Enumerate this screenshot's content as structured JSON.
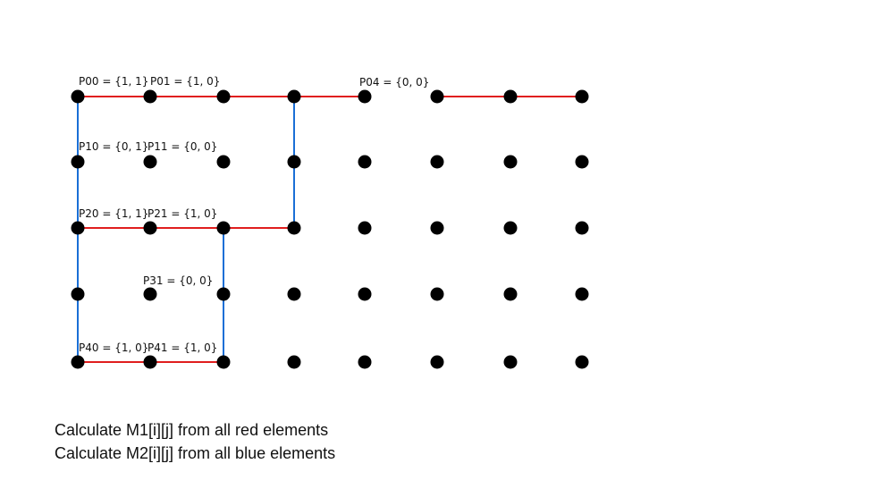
{
  "colors": {
    "red": "#e01e1e",
    "blue": "#1a6fd6",
    "dot": "#000000"
  },
  "grid": {
    "rows": 5,
    "cols": 8
  },
  "point_labels": [
    {
      "id": "P00",
      "text": "P00 = {1, 1}"
    },
    {
      "id": "P01",
      "text": "P01 = {1, 0}"
    },
    {
      "id": "P04",
      "text": "P04 = {0, 0}"
    },
    {
      "id": "P10",
      "text": "P10 = {0, 1}"
    },
    {
      "id": "P11",
      "text": "P11 = {0, 0}"
    },
    {
      "id": "P20",
      "text": "P20 = {1, 1}"
    },
    {
      "id": "P21",
      "text": "P21 = {1, 0}"
    },
    {
      "id": "P31",
      "text": "P31 = {0, 0}"
    },
    {
      "id": "P40",
      "text": "P40 = {1, 0}"
    },
    {
      "id": "P41",
      "text": "P41 = {1, 0}"
    }
  ],
  "red_segments": [
    [
      [
        0,
        0
      ],
      [
        0,
        1
      ]
    ],
    [
      [
        0,
        1
      ],
      [
        0,
        2
      ]
    ],
    [
      [
        0,
        2
      ],
      [
        0,
        3
      ]
    ],
    [
      [
        0,
        3
      ],
      [
        0,
        4
      ]
    ],
    [
      [
        0,
        5
      ],
      [
        0,
        6
      ]
    ],
    [
      [
        0,
        6
      ],
      [
        0,
        7
      ]
    ],
    [
      [
        2,
        0
      ],
      [
        2,
        1
      ]
    ],
    [
      [
        2,
        1
      ],
      [
        2,
        2
      ]
    ],
    [
      [
        2,
        2
      ],
      [
        2,
        3
      ]
    ],
    [
      [
        4,
        0
      ],
      [
        4,
        1
      ]
    ],
    [
      [
        4,
        1
      ],
      [
        4,
        2
      ]
    ]
  ],
  "blue_segments": [
    [
      [
        0,
        0
      ],
      [
        1,
        0
      ]
    ],
    [
      [
        1,
        0
      ],
      [
        2,
        0
      ]
    ],
    [
      [
        2,
        0
      ],
      [
        3,
        0
      ]
    ],
    [
      [
        3,
        0
      ],
      [
        4,
        0
      ]
    ],
    [
      [
        0,
        3
      ],
      [
        1,
        3
      ]
    ],
    [
      [
        1,
        3
      ],
      [
        2,
        3
      ]
    ],
    [
      [
        2,
        2
      ],
      [
        3,
        2
      ]
    ],
    [
      [
        3,
        2
      ],
      [
        4,
        2
      ]
    ]
  ],
  "captions": {
    "line1": "Calculate M1[i][j] from all red elements",
    "line2": "Calculate M2[i][j] from all blue elements"
  }
}
